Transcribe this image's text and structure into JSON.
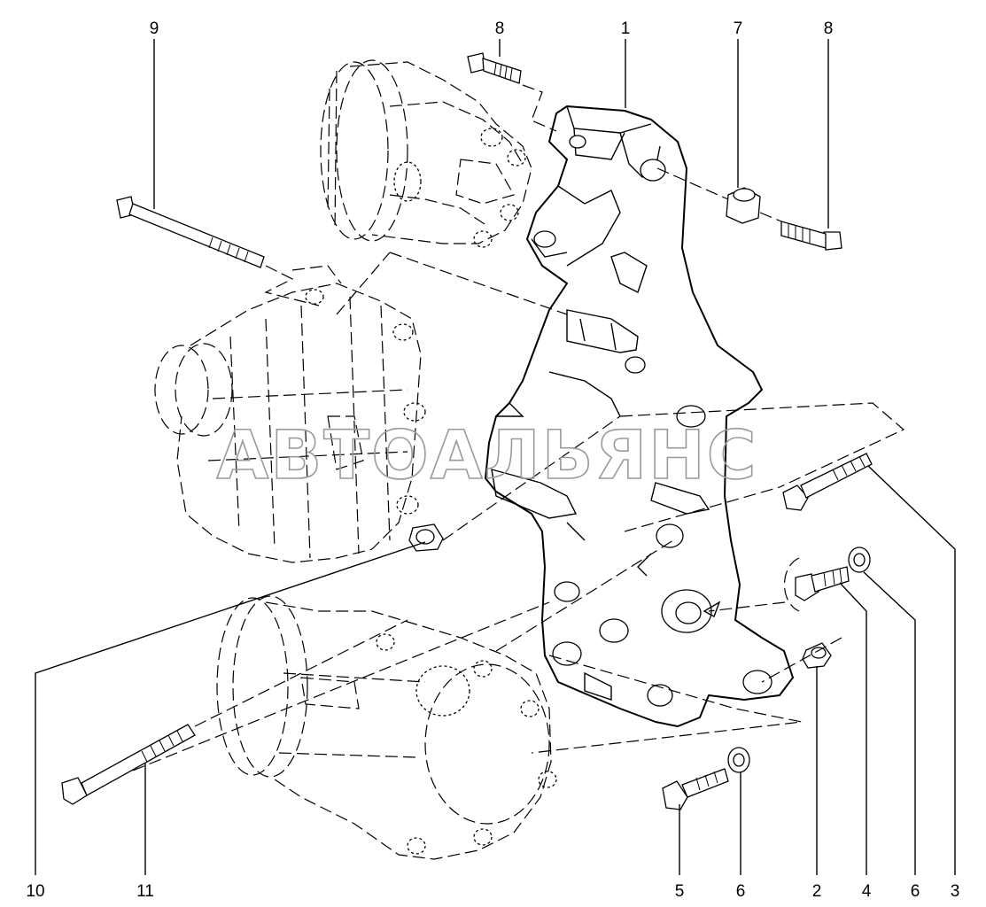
{
  "callouts": [
    {
      "id": "c1",
      "label": "1"
    },
    {
      "id": "c2",
      "label": "2"
    },
    {
      "id": "c3",
      "label": "3"
    },
    {
      "id": "c4",
      "label": "4"
    },
    {
      "id": "c5",
      "label": "5"
    },
    {
      "id": "c6a",
      "label": "6"
    },
    {
      "id": "c6b",
      "label": "6"
    },
    {
      "id": "c7",
      "label": "7"
    },
    {
      "id": "c8a",
      "label": "8"
    },
    {
      "id": "c8b",
      "label": "8"
    },
    {
      "id": "c9",
      "label": "9"
    },
    {
      "id": "c10",
      "label": "10"
    },
    {
      "id": "c11",
      "label": "11"
    }
  ],
  "watermark": "АВТОАЛЬЯНС"
}
